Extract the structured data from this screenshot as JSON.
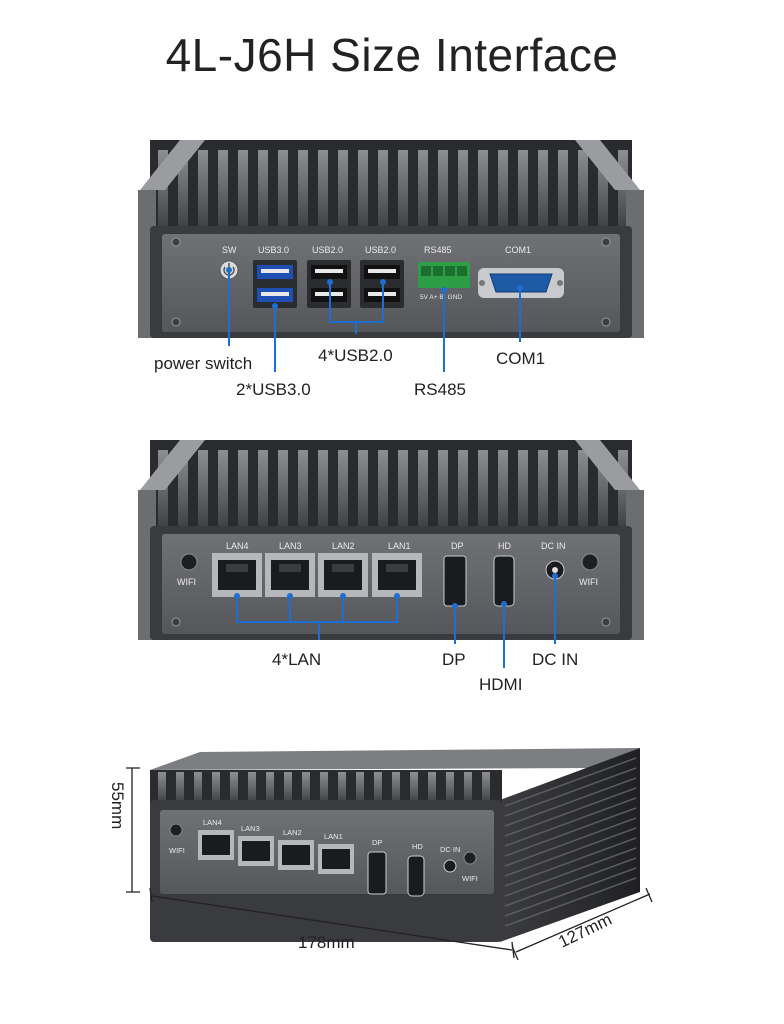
{
  "title": "4L-J6H Size Interface",
  "device1": {
    "port_labels": {
      "sw": "SW",
      "usb30": "USB3.0",
      "usb20a": "USB2.0",
      "usb20b": "USB2.0",
      "rs485": "RS485",
      "com1": "COM1"
    },
    "rs485_pins": "5V  A+  B-  GND",
    "callouts": {
      "power_switch": "power switch",
      "usb30": "2*USB3.0",
      "usb20": "4*USB2.0",
      "rs485": "RS485",
      "com1": "COM1"
    }
  },
  "device2": {
    "port_labels": {
      "lan4": "LAN4",
      "lan3": "LAN3",
      "lan2": "LAN2",
      "lan1": "LAN1",
      "dp": "DP",
      "hd": "HD",
      "dcin": "DC IN",
      "wifi_left": "WIFI",
      "wifi_right": "WIFI"
    },
    "callouts": {
      "lan": "4*LAN",
      "dp": "DP",
      "hdmi": "HDMI",
      "dcin": "DC IN"
    }
  },
  "device3": {
    "port_labels": {
      "lan4": "LAN4",
      "lan3": "LAN3",
      "lan2": "LAN2",
      "lan1": "LAN1",
      "dp": "DP",
      "hd": "HD",
      "dcin": "DC IN",
      "wifi_left": "WIFI",
      "wifi_right": "WIFI"
    },
    "dimensions": {
      "height": "55mm",
      "width": "178mm",
      "depth": "127mm"
    }
  }
}
